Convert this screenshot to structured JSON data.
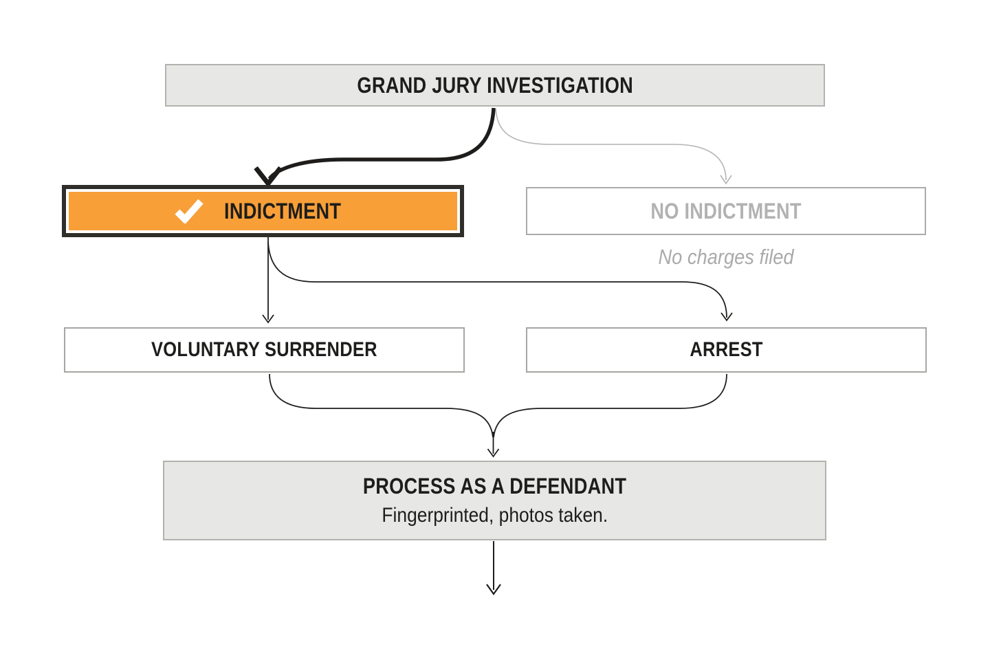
{
  "title": "Grand jury process flowchart",
  "colors": {
    "accent_orange": "#f89f38",
    "box_gray_fill": "#e7e7e5",
    "box_gray_border": "#b2b2ae",
    "white_box_border": "#a6a6a3",
    "dark_text": "#1d1d1b",
    "muted_text": "#b2b2b2",
    "caption_text": "#aaaaaa",
    "bold_arrow": "#1e1d1b",
    "gray_arrow": "#b4b4b2",
    "indictment_border": "#2f2e2b",
    "check_icon_color": "#ffffff"
  },
  "nodes": {
    "grand_jury": {
      "label": "GRAND JURY INVESTIGATION"
    },
    "indictment": {
      "label": "INDICTMENT",
      "icon": "check-icon",
      "highlighted": true
    },
    "no_indictment": {
      "label": "NO INDICTMENT",
      "caption": "No charges filed"
    },
    "voluntary_surrender": {
      "label": "VOLUNTARY SURRENDER"
    },
    "arrest": {
      "label": "ARREST"
    },
    "process": {
      "title": "PROCESS AS A DEFENDANT",
      "subtitle": "Fingerprinted, photos taken."
    }
  },
  "edges": [
    {
      "from": "grand_jury",
      "to": "indictment",
      "style": "bold-black-curve"
    },
    {
      "from": "grand_jury",
      "to": "no_indictment",
      "style": "thin-gray-curve"
    },
    {
      "from": "indictment",
      "to": "voluntary_surrender",
      "style": "thin-black"
    },
    {
      "from": "indictment",
      "to": "arrest",
      "style": "thin-black-curve"
    },
    {
      "from": "voluntary_surrender",
      "to": "process",
      "style": "thin-black-merge"
    },
    {
      "from": "arrest",
      "to": "process",
      "style": "thin-black-merge"
    },
    {
      "from": "process",
      "to": "continuation",
      "style": "thin-black"
    }
  ]
}
